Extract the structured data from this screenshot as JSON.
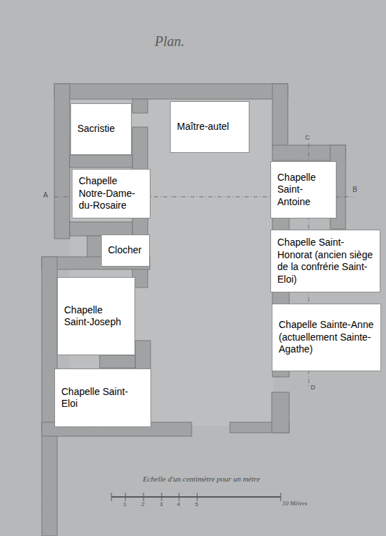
{
  "diagram": {
    "title": "Plan.",
    "nodes": [
      {
        "text": [
          "Sacristie"
        ]
      },
      {
        "text": [
          "Maître-autel"
        ]
      },
      {
        "text": [
          "Chapelle Notre-Dame-du-Rosaire"
        ]
      },
      {
        "text": [
          "Chapelle Saint-Antoine"
        ]
      },
      {
        "text": [
          "Clocher"
        ]
      },
      {
        "text": [
          "Chapelle Saint-Honorat (ancien siège de la confrérie Saint-Eloi)"
        ]
      },
      {
        "text": [
          "Chapelle Saint-Joseph"
        ]
      },
      {
        "text": [
          "Chapelle Sainte-Anne (actuellement Sainte-Agathe)"
        ]
      },
      {
        "text": [
          "Chapelle Saint-Eloi"
        ]
      }
    ],
    "labels": [
      "A",
      "B",
      "C",
      "D",
      "Echelle d'un centimètre pour un mètre",
      "1",
      "2",
      "3",
      "4",
      "5",
      "10 Mètres"
    ]
  }
}
